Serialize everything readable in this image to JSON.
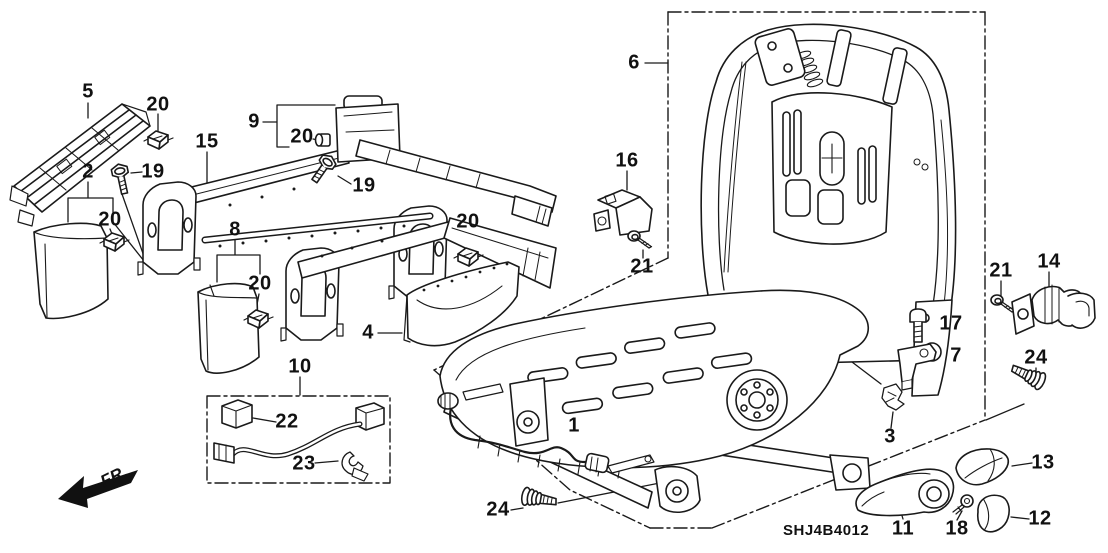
{
  "diagram": {
    "code": "SHJ4B4012",
    "fr_label": "FR.",
    "background_color": "#ffffff",
    "line_color": "#1a1a1a"
  },
  "callouts": [
    {
      "text": "5"
    },
    {
      "text": "20"
    },
    {
      "text": "2"
    },
    {
      "text": "19"
    },
    {
      "text": "20"
    },
    {
      "text": "15"
    },
    {
      "text": "9"
    },
    {
      "text": "20"
    },
    {
      "text": "19"
    },
    {
      "text": "8"
    },
    {
      "text": "20"
    },
    {
      "text": "20"
    },
    {
      "text": "4"
    },
    {
      "text": "10"
    },
    {
      "text": "22"
    },
    {
      "text": "23"
    },
    {
      "text": "6"
    },
    {
      "text": "16"
    },
    {
      "text": "21"
    },
    {
      "text": "1"
    },
    {
      "text": "24"
    },
    {
      "text": "17"
    },
    {
      "text": "7"
    },
    {
      "text": "3"
    },
    {
      "text": "21"
    },
    {
      "text": "14"
    },
    {
      "text": "24"
    },
    {
      "text": "13"
    },
    {
      "text": "12"
    },
    {
      "text": "11"
    },
    {
      "text": "18"
    }
  ]
}
